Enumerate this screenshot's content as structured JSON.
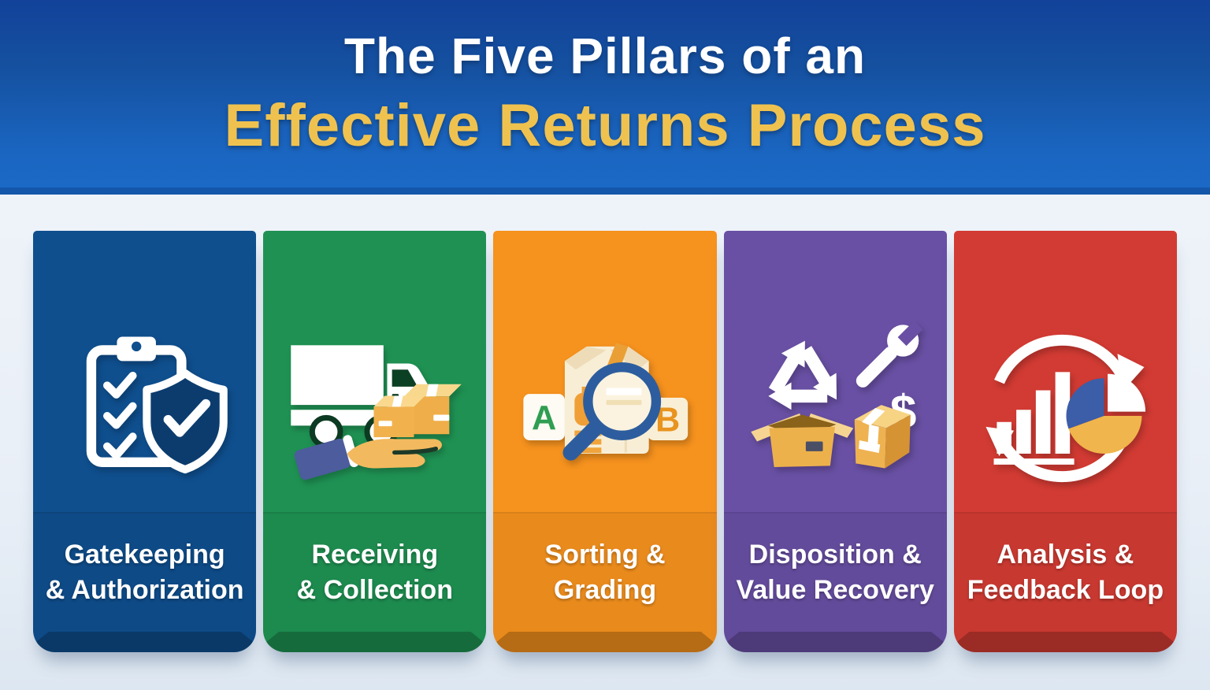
{
  "header": {
    "title_line1": "The Five Pillars of an",
    "title_line2": "Effective Returns Process",
    "colors": {
      "bg_top": "#12429a",
      "bg_bottom": "#1b69c6",
      "bottom_stripe": "#1456aa",
      "title": "#ffffff",
      "subtitle": "#efc24f"
    }
  },
  "pillars": [
    {
      "name": "gatekeeping-authorization",
      "label_line1": "Gatekeeping",
      "label_line2": "& Authorization",
      "color": "#0f4f8e",
      "icon": "clipboard-checklist-shield-icon"
    },
    {
      "name": "receiving-collection",
      "label_line1": "Receiving",
      "label_line2": "& Collection",
      "color": "#1f9253",
      "icon": "delivery-truck-handoff-icon"
    },
    {
      "name": "sorting-grading",
      "label_line1": "Sorting &",
      "label_line2": "Grading",
      "color": "#f6921e",
      "icon": "box-magnifier-grade-icon",
      "tag_a": "A",
      "tag_b": "B"
    },
    {
      "name": "disposition-value-recovery",
      "label_line1": "Disposition &",
      "label_line2": "Value Recovery",
      "color": "#6950a4",
      "icon": "recycle-repair-resell-icon",
      "currency_symbol": "$"
    },
    {
      "name": "analysis-feedback-loop",
      "label_line1": "Analysis &",
      "label_line2": "Feedback Loop",
      "color": "#d23b33",
      "icon": "charts-feedback-cycle-icon"
    }
  ]
}
